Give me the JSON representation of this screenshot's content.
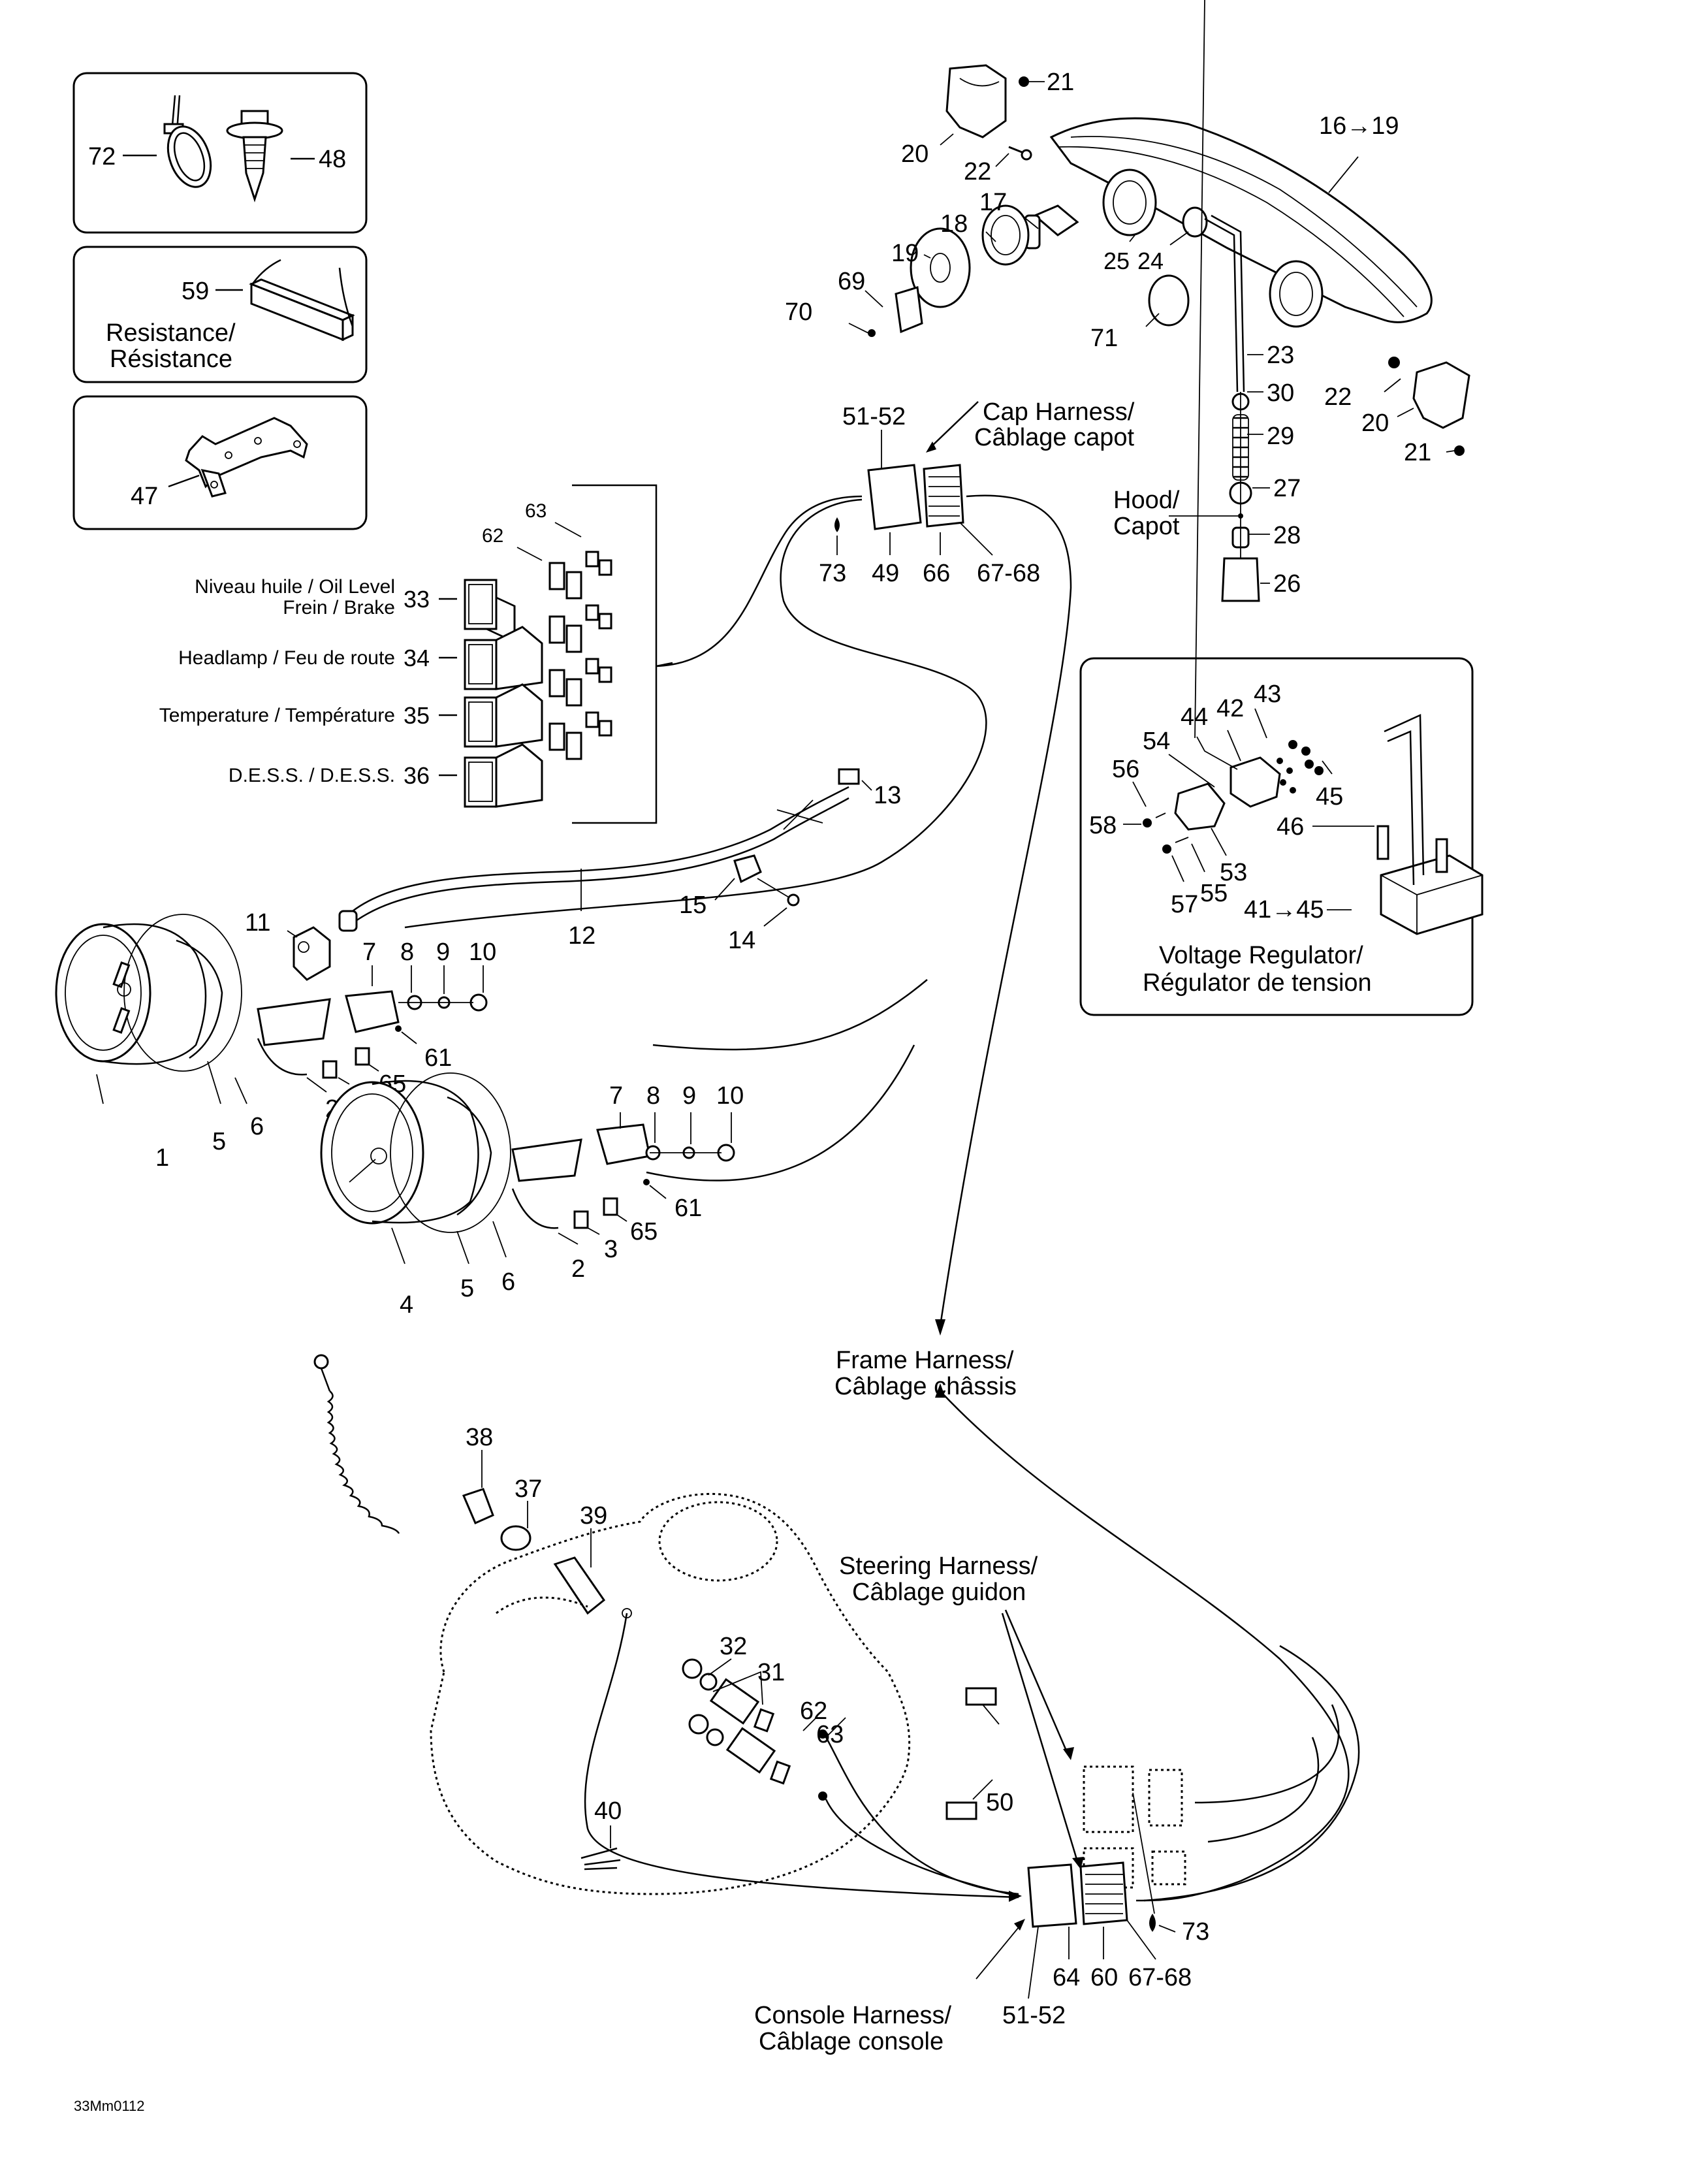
{
  "diagram": {
    "figure_id": "33Mm0112",
    "inset_boxes": {
      "fasteners": {
        "callouts": [
          "72",
          "48"
        ]
      },
      "resistance": {
        "callout": "59",
        "title_en": "Resistance/",
        "title_fr": "Résistance"
      },
      "bracket": {
        "callout": "47"
      }
    },
    "gauge_indicators": {
      "callouts_top": [
        "63",
        "62"
      ],
      "items": [
        {
          "line1": "Niveau huile / Oil Level",
          "line2": "Frein / Brake",
          "callout": "33"
        },
        {
          "line1": "Headlamp / Feu de route",
          "callout": "34"
        },
        {
          "line1": "Temperature / Température",
          "callout": "35"
        },
        {
          "line1": "D.E.S.S. / D.E.S.S.",
          "callout": "36"
        }
      ]
    },
    "headlamp": {
      "callouts": [
        "21",
        "20",
        "22",
        "16→19",
        "17",
        "18",
        "19",
        "25",
        "24",
        "69",
        "70",
        "71",
        "23",
        "30",
        "22",
        "20",
        "21",
        "29",
        "27",
        "28",
        "26"
      ],
      "hood_label_en": "Hood/",
      "hood_label_fr": "Capot"
    },
    "cap_harness": {
      "title_en": "Cap Harness/",
      "title_fr": "Câblage capot",
      "callouts": [
        "51-52",
        "73",
        "49",
        "66",
        "67-68"
      ]
    },
    "voltage_regulator": {
      "title_en": "Voltage Regulator/",
      "title_fr": "Régulator de tension",
      "callouts": [
        "43",
        "44",
        "42",
        "54",
        "56",
        "45",
        "58",
        "46",
        "53",
        "57",
        "55",
        "41→45"
      ]
    },
    "speedometer": {
      "callouts": [
        "11",
        "12",
        "13",
        "15",
        "14",
        "7",
        "8",
        "9",
        "10",
        "61",
        "65",
        "3",
        "2",
        "6",
        "5",
        "1"
      ]
    },
    "tachometer": {
      "callouts": [
        "7",
        "8",
        "9",
        "10",
        "61",
        "65",
        "3",
        "2",
        "6",
        "5",
        "4"
      ]
    },
    "frame_harness": {
      "title_en": "Frame Harness/",
      "title_fr": "Câblage châssis"
    },
    "console": {
      "callouts": [
        "38",
        "37",
        "39",
        "32",
        "31",
        "62",
        "63",
        "40",
        "50"
      ]
    },
    "steering_harness": {
      "title_en": "Steering Harness/",
      "title_fr": "Câblage guidon",
      "callout": "73"
    },
    "console_harness": {
      "title_en": "Console Harness/",
      "title_fr": "Câblage console",
      "callouts": [
        "64",
        "60",
        "67-68",
        "51-52"
      ]
    }
  }
}
